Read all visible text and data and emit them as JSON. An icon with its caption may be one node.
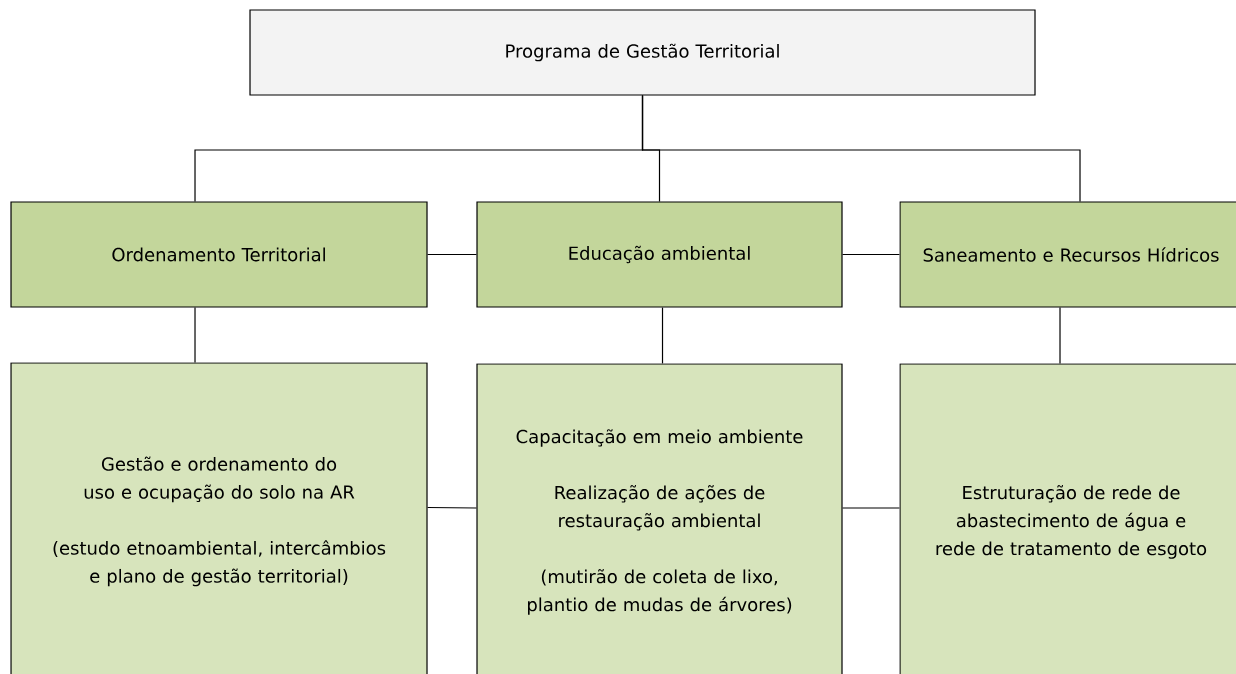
{
  "diagram": {
    "nodes": [
      {
        "text": [
          "Programa de Gestão Territorial"
        ]
      },
      {
        "text": [
          "Ordenamento Territorial"
        ]
      },
      {
        "text": [
          "Educação ambiental"
        ]
      },
      {
        "text": [
          "Saneamento e Recursos Hídricos"
        ]
      },
      {
        "text": [
          "Gestão e ordenamento do uso e ocupação do solo na AR",
          "(estudo etnoambiental, intercâmbios e plano de gestão territorial)"
        ]
      },
      {
        "text": [
          "Capacitação em meio ambiente",
          "Realização de ações de restauração ambiental",
          "(mutirão de coleta de lixo, plantio de mudas de árvores)"
        ]
      },
      {
        "text": [
          "Estruturação de rede de abastecimento de água e rede de tratamento de esgoto"
        ]
      }
    ],
    "edges": [
      {
        "from": 0,
        "to": 1,
        "arrow": "none"
      },
      {
        "from": 0,
        "to": 2,
        "arrow": "none"
      },
      {
        "from": 0,
        "to": 3,
        "arrow": "none"
      },
      {
        "from": 1,
        "to": 2,
        "arrow": "none"
      },
      {
        "from": 2,
        "to": 3,
        "arrow": "none"
      },
      {
        "from": 1,
        "to": 4,
        "arrow": "none"
      },
      {
        "from": 2,
        "to": 5,
        "arrow": "none"
      },
      {
        "from": 3,
        "to": 6,
        "arrow": "none"
      },
      {
        "from": 4,
        "to": 5,
        "arrow": "none"
      },
      {
        "from": 5,
        "to": 6,
        "arrow": "none"
      }
    ]
  }
}
